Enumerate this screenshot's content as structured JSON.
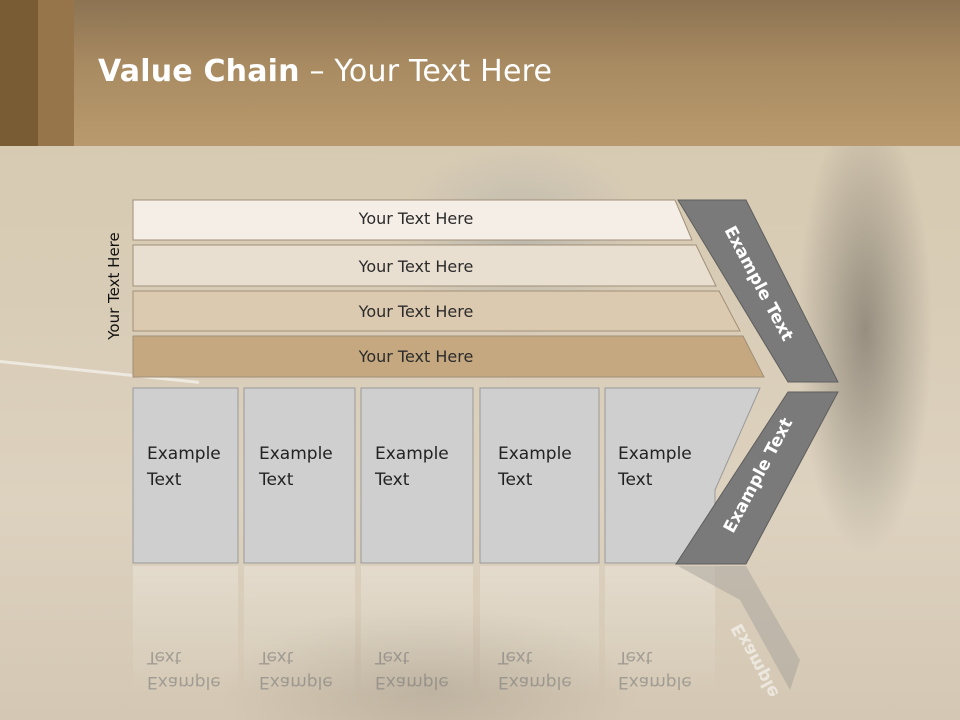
{
  "title": {
    "bold": "Value Chain",
    "rest": " – Your Text Here"
  },
  "side_label": "Your Text Here",
  "bars": [
    {
      "label": "Your Text Here",
      "color": "#f4eee6"
    },
    {
      "label": "Your Text Here",
      "color": "#e9dfd0"
    },
    {
      "label": "Your Text Here",
      "color": "#dccab0"
    },
    {
      "label": "Your Text Here",
      "color": "#c5a880"
    }
  ],
  "boxes": [
    {
      "line1": "Example",
      "line2": "Text"
    },
    {
      "line1": "Example",
      "line2": "Text"
    },
    {
      "line1": "Example",
      "line2": "Text"
    },
    {
      "line1": "Example",
      "line2": "Text"
    },
    {
      "line1": "Example",
      "line2": "Text"
    }
  ],
  "arrow": {
    "top_label": "Example Text",
    "bottom_label": "Example Text",
    "color": "#7a7a7a"
  },
  "colors": {
    "header": "#b99a6e",
    "box_fill": "#cfcfcf",
    "box_stroke": "#9a9a9a"
  }
}
